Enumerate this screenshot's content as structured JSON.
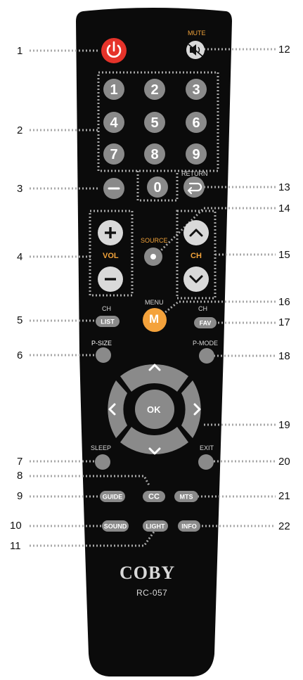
{
  "colors": {
    "body": "#0b0b0b",
    "button_gray": "#8a8a8a",
    "button_light": "#d9d9d9",
    "power_red": "#e5332a",
    "menu_orange": "#f4a23b",
    "vol_ch_label": "#f2a33a",
    "dotted_lead": "#a8a8a8"
  },
  "remote": {
    "brand": "COBY",
    "model": "RC-057"
  },
  "labels": {
    "mute": "MUTE",
    "return": "RETURN",
    "source": "SOURCE",
    "vol": "VOL",
    "ch": "CH",
    "menu": "MENU",
    "menu_key": "M",
    "ch_above_list": "CH",
    "ch_above_fav": "CH",
    "psize": "P-SIZE",
    "pmode": "P-MODE",
    "ok": "OK",
    "sleep": "SLEEP",
    "exit": "EXIT"
  },
  "keys": {
    "digits": [
      "1",
      "2",
      "3",
      "4",
      "5",
      "6",
      "7",
      "8",
      "9",
      "0"
    ],
    "list": "LIST",
    "fav": "FAV",
    "guide": "GUIDE",
    "cc": "CC",
    "mts": "MTS",
    "sound": "SOUND",
    "light": "LIGHT",
    "info": "INFO",
    "plus": "+",
    "minus": "–",
    "dash": "–"
  },
  "callouts": [
    "1",
    "2",
    "3",
    "4",
    "5",
    "6",
    "7",
    "8",
    "9",
    "10",
    "11",
    "12",
    "13",
    "14",
    "15",
    "16",
    "17",
    "18",
    "19",
    "20",
    "21",
    "22"
  ]
}
